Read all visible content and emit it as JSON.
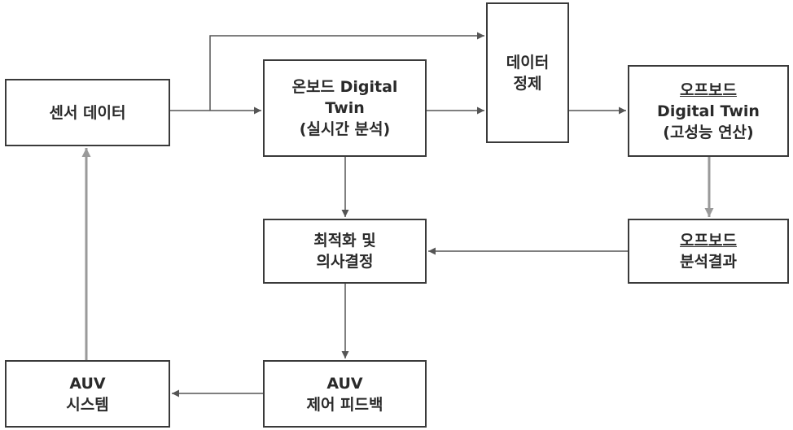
{
  "diagram": {
    "nodes": {
      "sensor": {
        "lines": [
          "센서 데이터"
        ],
        "underline": false
      },
      "onboard": {
        "lines": [
          "온보드 Digital",
          "Twin",
          "(실시간 분석)"
        ],
        "underline": false
      },
      "cleanse": {
        "lines": [
          "데이터",
          "정제"
        ],
        "underline": false
      },
      "offboard": {
        "lines": [
          "오프보드",
          "Digital Twin",
          "(고성능 연산)"
        ],
        "underline": [
          true,
          false,
          false
        ]
      },
      "optim": {
        "lines": [
          "최적화 및",
          "의사결정"
        ],
        "underline": false
      },
      "offres": {
        "lines": [
          "오프보드",
          "분석결과"
        ],
        "underline": [
          true,
          false
        ]
      },
      "auvsys": {
        "lines": [
          "AUV",
          "시스템"
        ],
        "underline": false
      },
      "feedback": {
        "lines": [
          "AUV",
          "제어 피드백"
        ],
        "underline": false
      }
    },
    "edges": [
      {
        "from": "sensor",
        "to": "onboard"
      },
      {
        "from": "sensor",
        "to": "cleanse"
      },
      {
        "from": "onboard",
        "to": "cleanse"
      },
      {
        "from": "cleanse",
        "to": "offboard"
      },
      {
        "from": "onboard",
        "to": "optim"
      },
      {
        "from": "offboard",
        "to": "offres"
      },
      {
        "from": "offres",
        "to": "optim"
      },
      {
        "from": "optim",
        "to": "feedback"
      },
      {
        "from": "feedback",
        "to": "auvsys"
      },
      {
        "from": "auvsys",
        "to": "sensor"
      }
    ],
    "colors": {
      "box_border": "#3a3a3a",
      "text": "#2a2a2a",
      "edge": "#555555",
      "edge_light": "#9a9a9a"
    }
  }
}
